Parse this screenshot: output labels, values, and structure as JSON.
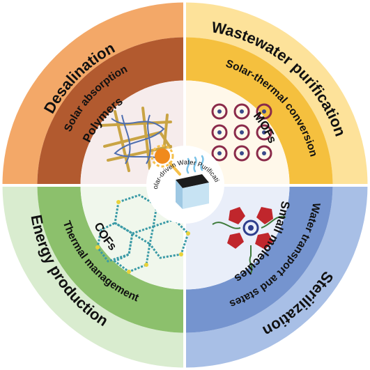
{
  "center_label": "Solar-driven Water Purification",
  "applications": [
    "Desalination",
    "Wastewater purification",
    "Sterilization",
    "Energy production"
  ],
  "mechanisms": [
    "Solar absorption",
    "Solar-thermal conversion",
    "Water transport and states",
    "Thermal management"
  ],
  "materials": [
    "Polymers",
    "MOFs",
    "Small molecules",
    "COFs"
  ],
  "colors": {
    "outer": [
      "#f3a868",
      "#fde29a",
      "#a8bfe6",
      "#d9eccf"
    ],
    "middle": [
      "#b25a2f",
      "#f5c03e",
      "#7594cf",
      "#8cc06c"
    ],
    "inner": [
      "#f6ecec",
      "#fff8ea",
      "#e9eef9",
      "#f0f7ec"
    ]
  }
}
